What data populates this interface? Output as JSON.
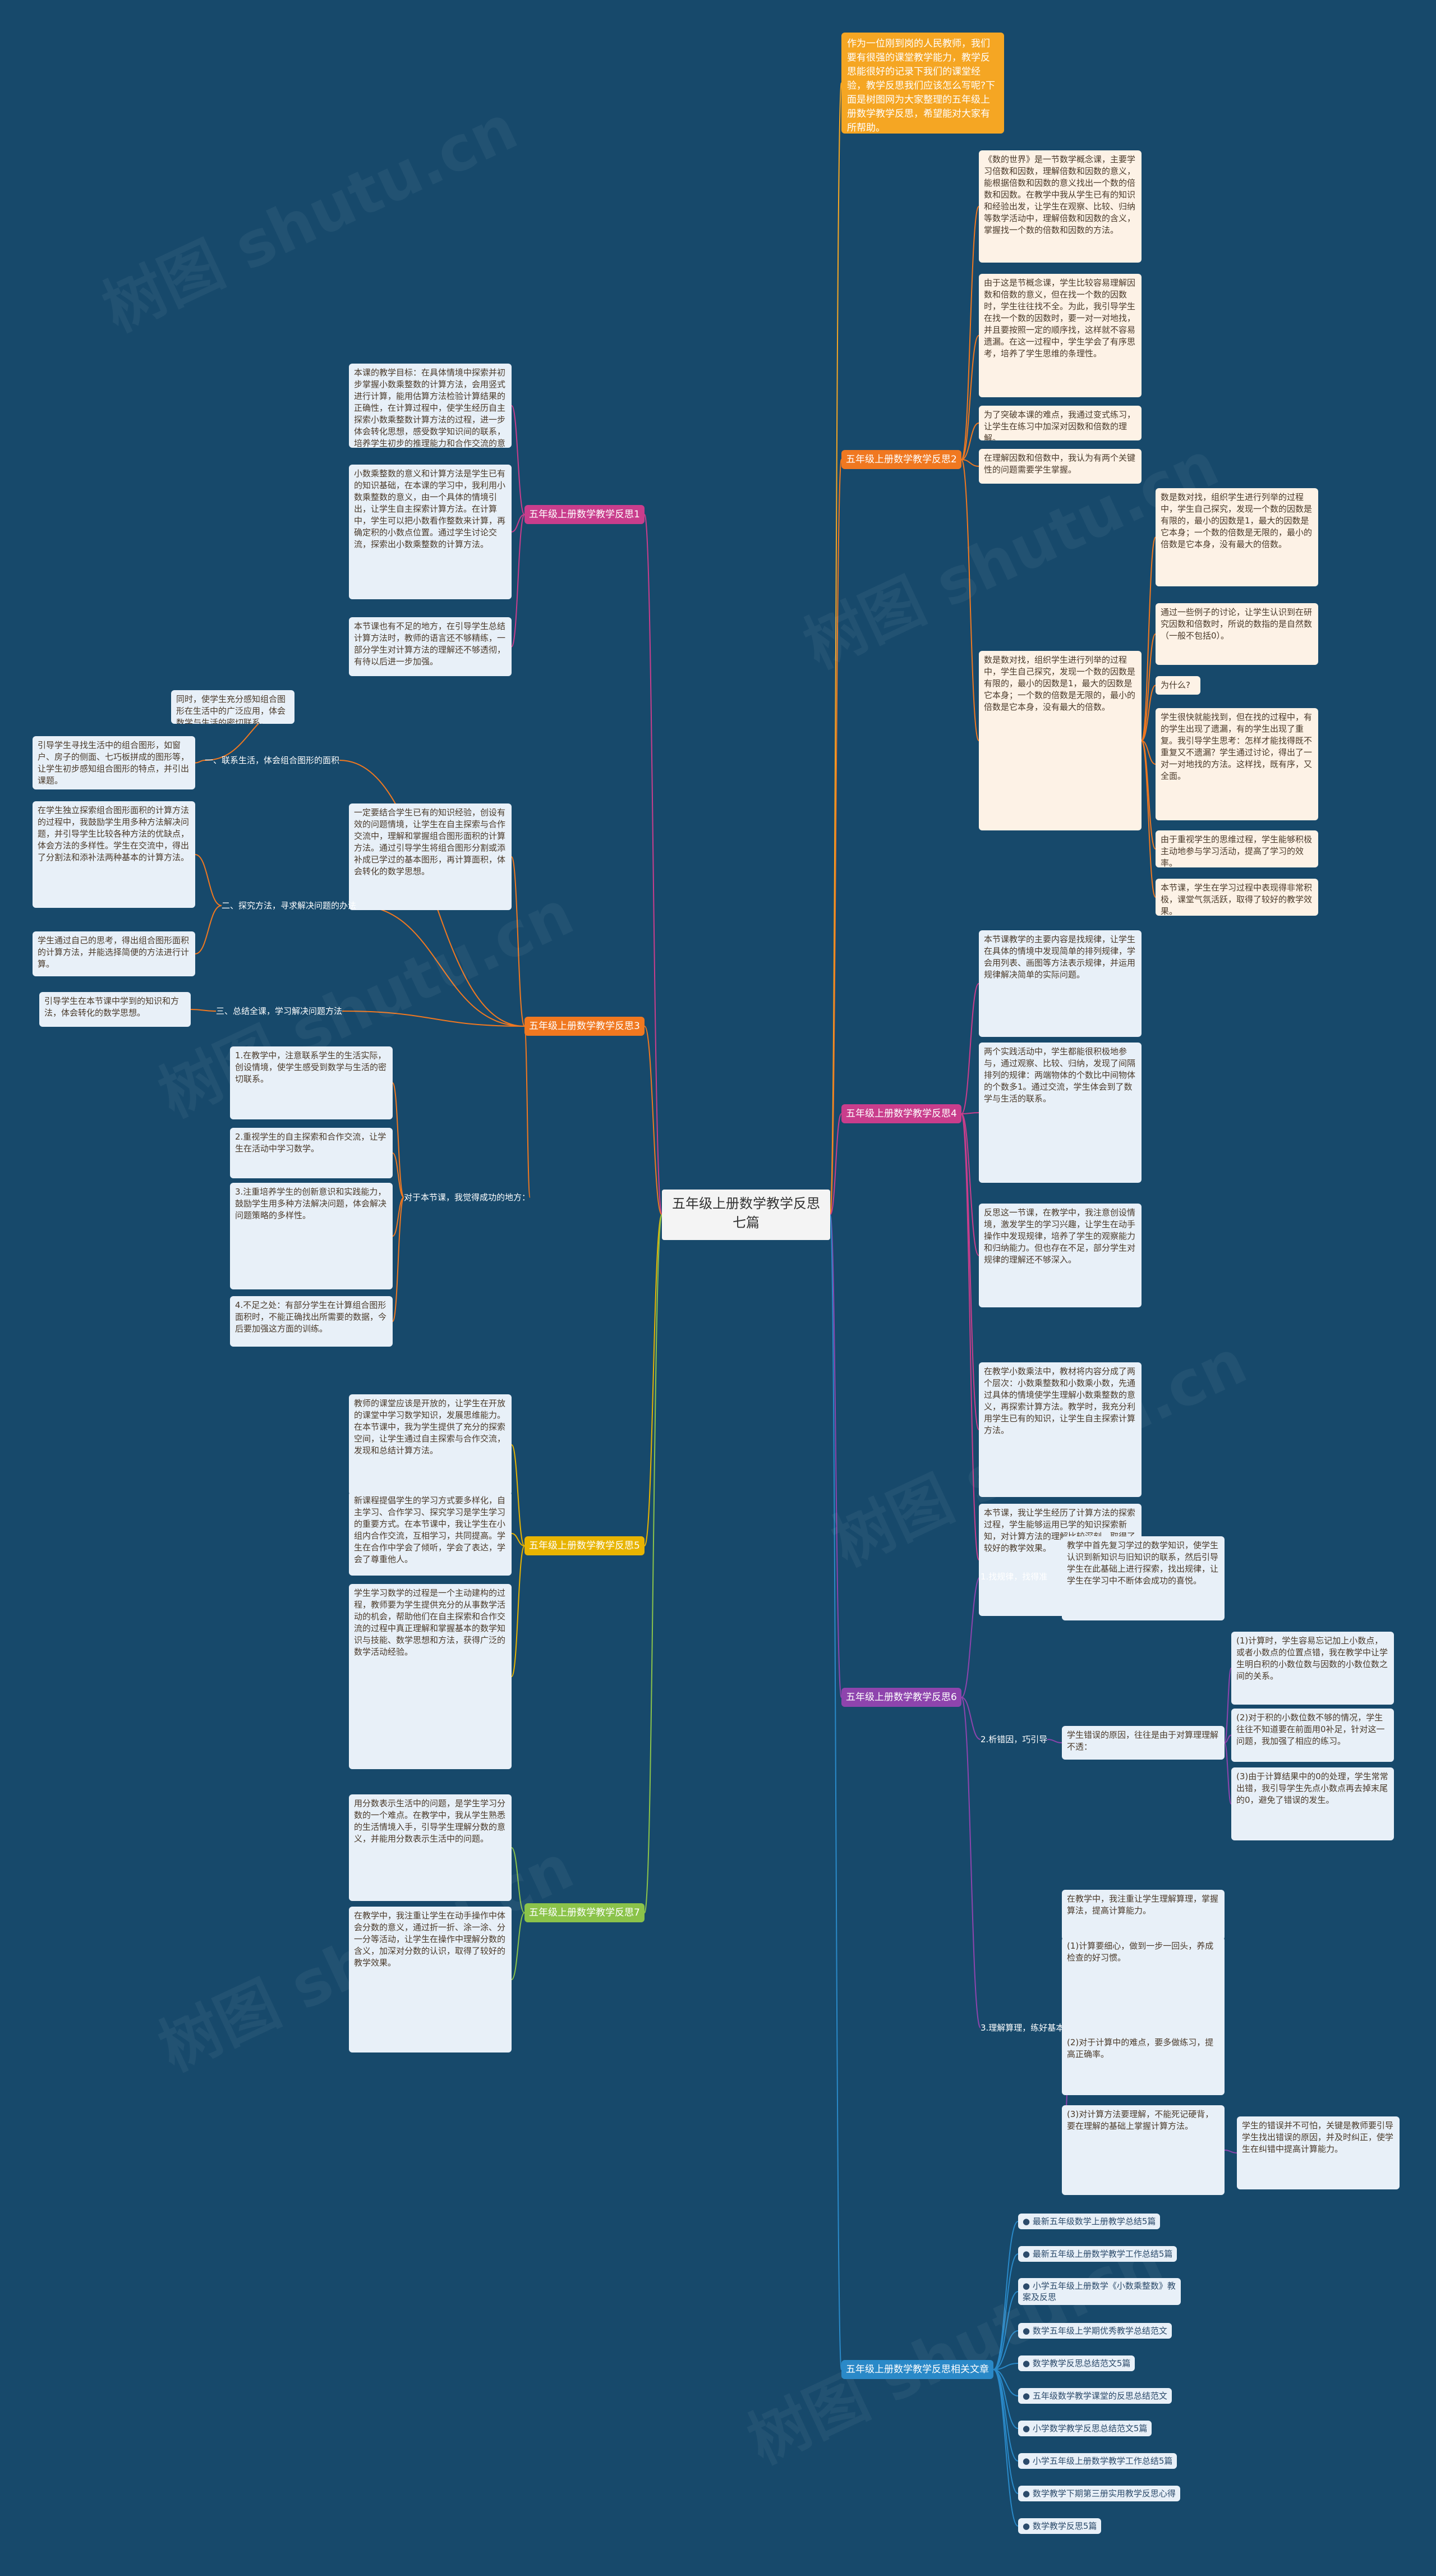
{
  "root": "五年级上册数学教学反思七篇",
  "intro": "作为一位刚到岗的人民教师，我们要有很强的课堂教学能力，教学反思能很好的记录下我们的课堂经验，教学反思我们应该怎么写呢?下面是树图网为大家整理的五年级上册数学教学反思，希望能对大家有所帮助。",
  "watermark": "树图 shutu.cn",
  "colors": {
    "bg": "#17496b",
    "b1": "#c93d8c",
    "b2": "#f07820",
    "b3": "#f07820",
    "b4": "#c93d8c",
    "b5": "#e8b400",
    "b6": "#8e44ad",
    "b7": "#8bc34a",
    "b8": "#2a89c8"
  },
  "branches": [
    {
      "label": "五年级上册数学教学反思1"
    },
    {
      "label": "五年级上册数学教学反思2"
    },
    {
      "label": "五年级上册数学教学反思3"
    },
    {
      "label": "五年级上册数学教学反思4"
    },
    {
      "label": "五年级上册数学教学反思5"
    },
    {
      "label": "五年级上册数学教学反思6"
    },
    {
      "label": "五年级上册数学教学反思7"
    },
    {
      "label": "五年级上册数学教学反思相关文章"
    }
  ],
  "r1": [
    "本课的教学目标：在具体情境中探索并初步掌握小数乘整数的计算方法，会用竖式进行计算，能用估算方法检验计算结果的正确性，在计算过程中，使学生经历自主探索小数乘整数计算方法的过程，进一步体会转化思想，感受数学知识间的联系，培养学生初步的推理能力和合作交流的意识。并通过合作学习，使学生感受到学习数学的乐趣，培养学生热爱数学的思想感情，在初步认识小数乘整数的意义和计算方法后，知道小数乘整数的意义与整数乘法的意义相同。",
    "小数乘整数的意义和计算方法是学生已有的知识基础，在本课的学习中，我利用小数乘整数的意义，由一个具体的情境引出，让学生自主探索计算方法。在计算中，学生可以把小数看作整数来计算，再确定积的小数点位置。通过学生讨论交流，探索出小数乘整数的计算方法。",
    "本节课也有不足的地方，在引导学生总结计算方法时，教师的语言还不够精练，一部分学生对计算方法的理解还不够透彻，有待以后进一步加强。"
  ],
  "r2": [
    "《数的世界》是一节数学概念课，主要学习倍数和因数，理解倍数和因数的意义，能根据倍数和因数的意义找出一个数的倍数和因数。在教学中我从学生已有的知识和经验出发，让学生在观察、比较、归纳等数学活动中，理解倍数和因数的含义，掌握找一个数的倍数和因数的方法。",
    "由于这是节概念课，学生比较容易理解因数和倍数的意义，但在找一个数的因数时，学生往往找不全。为此，我引导学生在找一个数的因数时，要一对一对地找，并且要按照一定的顺序找，这样就不容易遗漏。在这一过程中，学生学会了有序思考，培养了学生思维的条理性。",
    "为了突破本课的难点，我通过变式练习，让学生在练习中加深对因数和倍数的理解。",
    "在理解因数和倍数中，我认为有两个关键性的问题需要学生掌握。"
  ],
  "r2sub": [
    "数是数对找，组织学生进行列举的过程中，学生自己探究，发现一个数的因数是有限的，最小的因数是1，最大的因数是它本身；一个数的倍数是无限的，最小的倍数是它本身，没有最大的倍数。",
    "通过一些例子的讨论，让学生认识到在研究因数和倍数时，所说的数指的是自然数（一般不包括0）。",
    "为什么?",
    "学生很快就能找到，但在找的过程中，有的学生出现了遗漏，有的学生出现了重复。我引导学生思考：怎样才能找得既不重复又不遗漏？学生通过讨论，得出了一对一对地找的方法。这样找，既有序，又全面。",
    "由于重视学生的思维过程，学生能够积极主动地参与学习活动，提高了学习的效率。",
    "本节课，学生在学习过程中表现得非常积极，课堂气氛活跃，取得了较好的教学效果。"
  ],
  "r3labels": [
    "一、联系生活，体会组合图形的面积",
    "二、探究方法，寻求解决问题的办法",
    "三、总结全课，学习解决问题方法",
    "对于本节课，我觉得成功的地方："
  ],
  "r3left": [
    "同时，使学生充分感知组合图形在生活中的广泛应用，体会数学与生活的密切联系。",
    "引导学生寻找生活中的组合图形，如窗户、房子的侧面、七巧板拼成的图形等，让学生初步感知组合图形的特点，并引出课题。",
    "在学生独立探索组合图形面积的计算方法的过程中，我鼓励学生用多种方法解决问题，并引导学生比较各种方法的优缺点，体会方法的多样性。学生在交流中，得出了分割法和添补法两种基本的计算方法。",
    "学生通过自己的思考，得出组合图形面积的计算方法，并能选择简便的方法进行计算。",
    "引导学生在本节课中学到的知识和方法，体会转化的数学思想。"
  ],
  "r3main": [
    "一定要结合学生已有的知识经验，创设有效的问题情境，让学生在自主探索与合作交流中，理解和掌握组合图形面积的计算方法。通过引导学生将组合图形分割或添补成已学过的基本图形，再计算面积，体会转化的数学思想。"
  ],
  "r3succ": [
    "1.在教学中，注意联系学生的生活实际，创设情境，使学生感受到数学与生活的密切联系。",
    "2.重视学生的自主探索和合作交流，让学生在活动中学习数学。",
    "3.注重培养学生的创新意识和实践能力，鼓励学生用多种方法解决问题，体会解决问题策略的多样性。",
    "4.不足之处：有部分学生在计算组合图形面积时，不能正确找出所需要的数据，今后要加强这方面的训练。"
  ],
  "r4": [
    "本节课教学的主要内容是找规律，让学生在具体的情境中发现简单的排列规律，学会用列表、画图等方法表示规律，并运用规律解决简单的实际问题。",
    "两个实践活动中，学生都能很积极地参与，通过观察、比较、归纳，发现了间隔排列的规律：两端物体的个数比中间物体的个数多1。通过交流，学生体会到了数学与生活的联系。",
    "反思这一节课，在教学中，我注意创设情境，激发学生的学习兴趣，让学生在动手操作中发现规律，培养了学生的观察能力和归纳能力。但也存在不足，部分学生对规律的理解还不够深入。",
    "在教学小数乘法中，教材将内容分成了两个层次：小数乘整数和小数乘小数，先通过具体的情境使学生理解小数乘整数的意义，再探索计算方法。教学时，我充分利用学生已有的知识，让学生自主探索计算方法。",
    "本节课，我让学生经历了计算方法的探索过程，学生能够运用已学的知识探索新知，对计算方法的理解比较深刻，取得了较好的教学效果。"
  ],
  "r6labels": [
    "1.找规律，找得准",
    "2.析错因，巧引导",
    "3.理解算理，练好基本功"
  ],
  "r6a": [
    "教学中首先复习学过的数学知识，使学生认识到新知识与旧知识的联系，然后引导学生在此基础上进行探索，找出规律，让学生在学习中不断体会成功的喜悦。"
  ],
  "r6b": "学生错误的原因，往往是由于对算理理解不透：",
  "r6bsub": [
    "(1)计算时，学生容易忘记加上小数点，或者小数点的位置点错，我在教学中让学生明白积的小数位数与因数的小数位数之间的关系。",
    "(2)对于积的小数位数不够的情况，学生往往不知道要在前面用0补足，针对这一问题，我加强了相应的练习。",
    "(3)由于计算结果中的0的处理，学生常常出错，我引导学生先点小数点再去掉末尾的0，避免了错误的发生。"
  ],
  "r6c": [
    "在教学中，我注重让学生理解算理，掌握算法，提高计算能力。",
    "(1)计算要细心，做到一步一回头，养成检查的好习惯。",
    "(2)对于计算中的难点，要多做练习，提高正确率。",
    "(3)对计算方法要理解，不能死记硬背，要在理解的基础上掌握计算方法。"
  ],
  "r6final": "学生的错误并不可怕，关键是教师要引导学生找出错误的原因，并及时纠正，使学生在纠错中提高计算能力。",
  "r5": [
    "教师的课堂应该是开放的，让学生在开放的课堂中学习数学知识，发展思维能力。在本节课中，我为学生提供了充分的探索空间，让学生通过自主探索与合作交流，发现和总结计算方法。",
    "新课程提倡学生的学习方式要多样化，自主学习、合作学习、探究学习是学生学习的重要方式。在本节课中，我让学生在小组内合作交流，互相学习，共同提高。学生在合作中学会了倾听，学会了表达，学会了尊重他人。",
    "学生学习数学的过程是一个主动建构的过程，教师要为学生提供充分的从事数学活动的机会，帮助他们在自主探索和合作交流的过程中真正理解和掌握基本的数学知识与技能、数学思想和方法，获得广泛的数学活动经验。"
  ],
  "r7": [
    "用分数表示生活中的问题，是学生学习分数的一个难点。在教学中，我从学生熟悉的生活情境入手，引导学生理解分数的意义，并能用分数表示生活中的问题。",
    "在教学中，我注重让学生在动手操作中体会分数的意义，通过折一折、涂一涂、分一分等活动，让学生在操作中理解分数的含义，加深对分数的认识，取得了较好的教学效果。"
  ],
  "related": [
    "● 最新五年级数学上册教学总结5篇",
    "● 最新五年级上册数学教学工作总结5篇",
    "● 小学五年级上册数学《小数乘整数》教案及反思",
    "● 数学五年级上学期优秀教学总结范文",
    "● 数学教学反思总结范文5篇",
    "● 五年级数学教学课堂的反思总结范文",
    "● 小学数学教学反思总结范文5篇",
    "● 小学五年级上册数学教学工作总结5篇",
    "● 数学教学下期第三册实用教学反思心得",
    "● 数学教学反思5篇"
  ]
}
